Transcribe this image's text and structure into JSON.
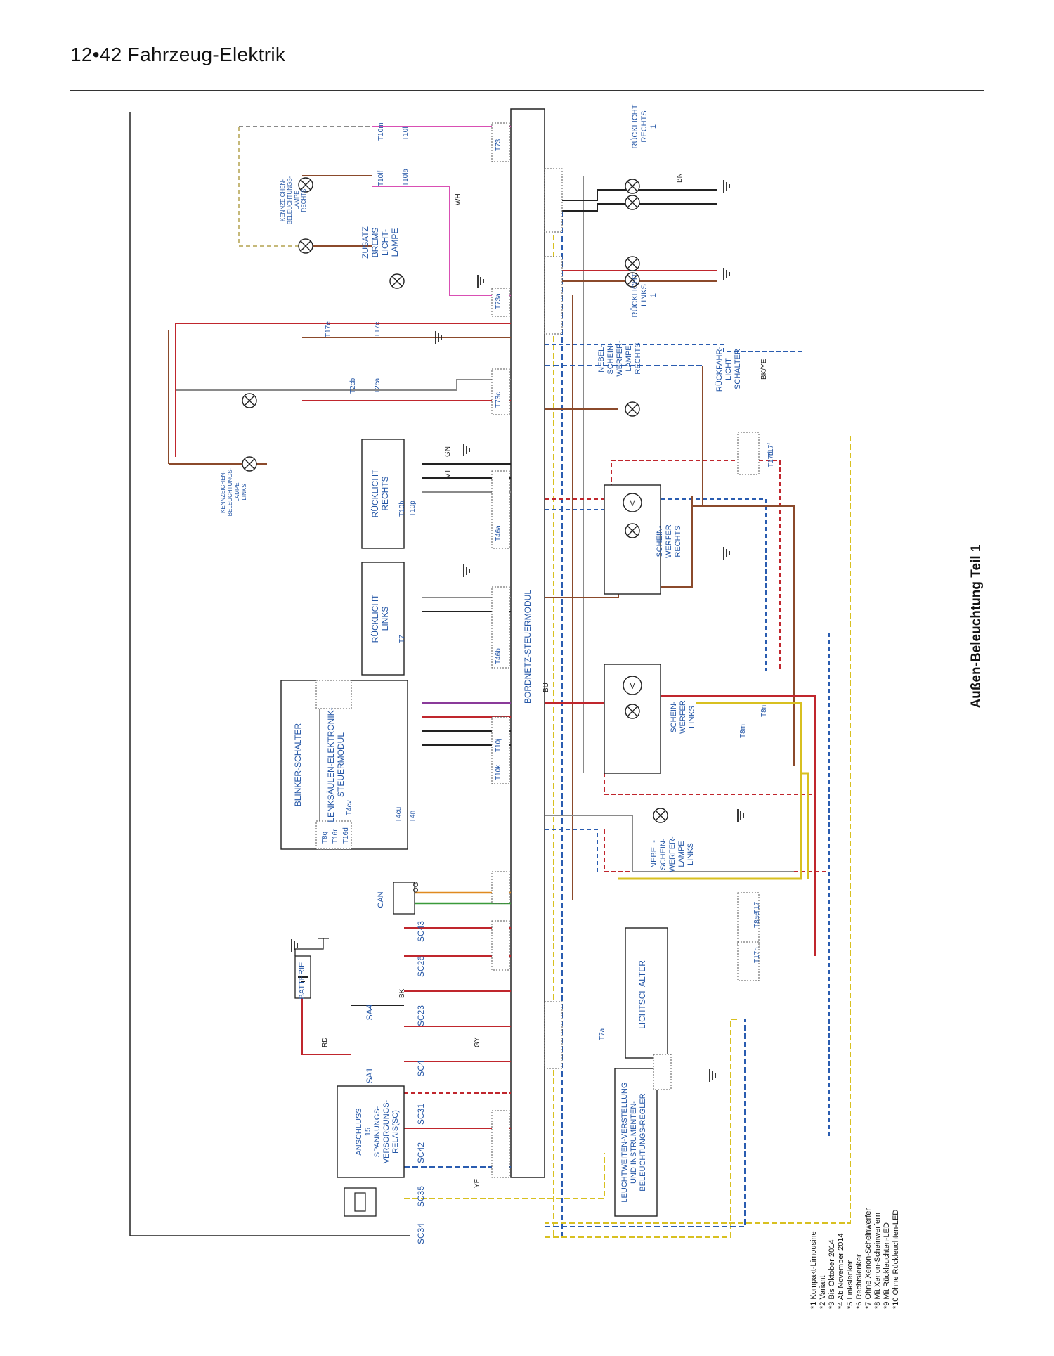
{
  "header": {
    "title": "12•42  Fahrzeug-Elektrik"
  },
  "section_title": "Außen-Beleuchtung Teil 1",
  "colors": {
    "frame": "#222222",
    "component_label": "#2456a6",
    "wire_red": "#c0262d",
    "wire_brown": "#8b4a2b",
    "wire_gray": "#8a8a8a",
    "wire_yellow": "#d8c020",
    "wire_blue": "#2a5cb0",
    "wire_green": "#3a9a3a",
    "wire_violet": "#8a3a9a",
    "wire_pink": "#d94fb4",
    "wire_orange": "#e08a20"
  },
  "components": {
    "bordnetz": "BORDNETZ-STEUERMODUL",
    "lichtschalter": "LICHTSCHALTER",
    "blinker": "BLINKER-SCHALTER",
    "lenksaeule": [
      "LENKSÄULEN-ELEKTRONIK-",
      "STEUERMODUL"
    ],
    "relais": [
      "ANSCHLUSS",
      "15",
      "SPANNUNGS-",
      "VERSORGUNGS-",
      "RELAIS(SC)"
    ],
    "lwr": [
      "LEUCHTWEITEN-VERSTELLUNG",
      "UND INSTRUMENTEN-",
      "BELEUCHTUNGS-REGLER"
    ],
    "batterie": "BATTERIE",
    "can": "CAN",
    "rl_links": [
      "RÜCKLICHT",
      "LINKS"
    ],
    "rl_rechts": [
      "RÜCKLICHT",
      "RECHTS"
    ],
    "rl_rechts1": [
      "RÜCKLICHT",
      "RECHTS",
      "1"
    ],
    "rl_links1": [
      "RÜCKLICHT",
      "LINKS",
      "1"
    ],
    "sw_rechts": [
      "SCHEIN-",
      "WERFER",
      "RECHTS"
    ],
    "sw_links": [
      "SCHEIN-",
      "WERFER",
      "LINKS"
    ],
    "nsl_rechts": [
      "NEBEL-",
      "SCHEIN-",
      "WERFER-",
      "LAMPE",
      "RECHTS"
    ],
    "nsl_links": [
      "NEBEL-",
      "SCHEIN-",
      "WERFER-",
      "LAMPE",
      "LINKS"
    ],
    "rueckfahr": [
      "RÜCKFAHR-",
      "LICHT",
      "SCHALTER"
    ],
    "zusatz": [
      "ZUSATZ",
      "BREMS",
      "LICHT-",
      "LAMPE"
    ],
    "kz_rechts": [
      "KENNZEICHEN-",
      "BELEUCHTUNGS-",
      "LAMPE",
      "RECHTS"
    ],
    "kz_links": [
      "KENNZEICHEN-",
      "BELEUCHTUNGS-",
      "LAMPE",
      "LINKS"
    ]
  },
  "fuses": [
    "SA1",
    "SA4",
    "SC4",
    "SC23",
    "SC26",
    "SC43",
    "SC31",
    "SC42",
    "SC35",
    "SC34"
  ],
  "wire_labels": [
    "RD",
    "BK",
    "GY",
    "YE",
    "BN",
    "WH",
    "BU",
    "VT",
    "GN",
    "OG",
    "BK/YE"
  ],
  "connectors": [
    "T73",
    "T73a",
    "T73c",
    "T46a",
    "T46b",
    "T10k",
    "T10j",
    "T10m",
    "T10l",
    "T10lf",
    "T10la",
    "T2cb",
    "T2ca",
    "T17e",
    "T17c",
    "T17f",
    "T17d",
    "T17h",
    "T17",
    "T8ae",
    "T8m",
    "T8n",
    "T8q",
    "T16r",
    "T16d",
    "T4cv",
    "T4cu",
    "T4n",
    "T10h",
    "T10p",
    "T7",
    "T7a"
  ],
  "footnotes": [
    "*1 Kompakt-Limousine",
    "*2 Variant",
    "*3 Bis Oktober 2014",
    "*4 Ab November 2014",
    "*5 Linkslenker",
    "*6 Rechtslenker",
    "*7 Ohne Xenon-Scheinwerfer",
    "*8 Mit Xenon-Scheinwerfern",
    "*9 Mit Rückleuchten-LED",
    "*10 Ohne Rückleuchten-LED"
  ]
}
